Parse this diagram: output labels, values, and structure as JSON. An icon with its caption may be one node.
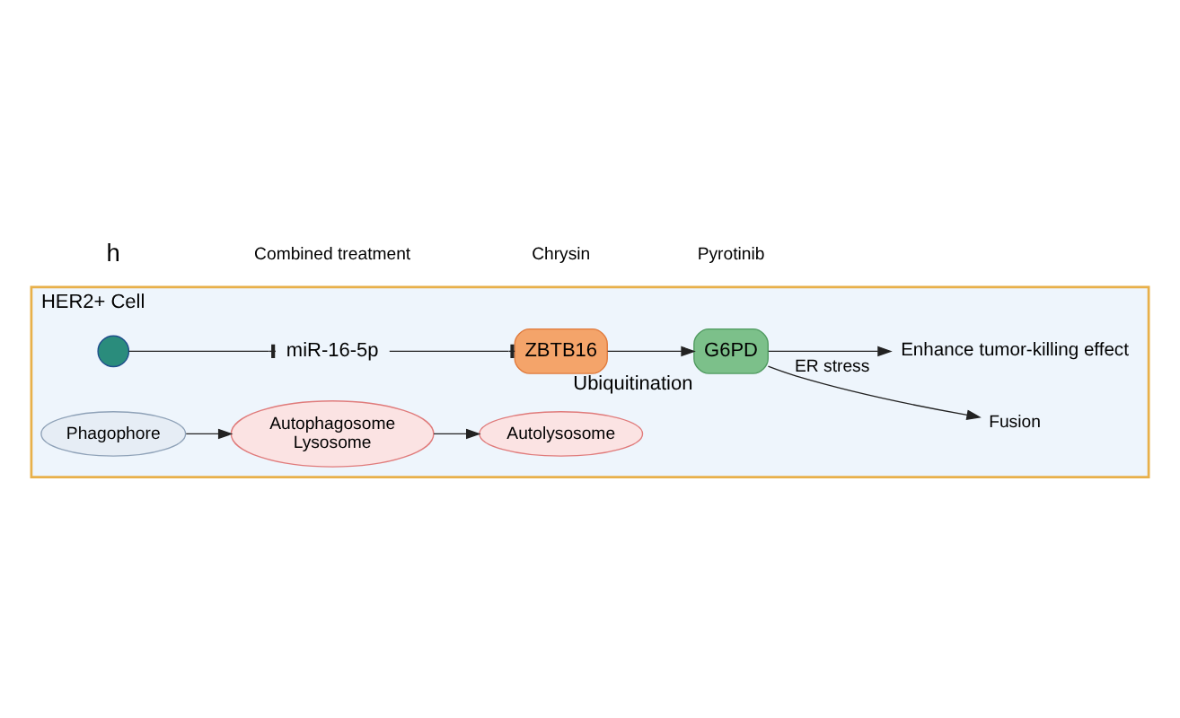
{
  "diagram": {
    "nodes": [
      {
        "text": [
          "HER2+ Cell"
        ]
      },
      {
        "text": [],
        "shape": "circle",
        "in": 0
      },
      {
        "text": [
          "miR-16-5p"
        ],
        "in": 0
      },
      {
        "text": [
          "ZBTB16"
        ],
        "in": 0
      },
      {
        "text": [
          "G6PD"
        ],
        "beside": [
          "Ubiquitination"
        ],
        "in": 0
      },
      {
        "text": [
          "Phagophore"
        ],
        "in": 0
      },
      {
        "text": [
          "Autophagosome",
          "Lysosome"
        ],
        "in": 0
      },
      {
        "text": [
          "Fusion"
        ],
        "in": 0
      },
      {
        "text": [
          "Autolysosome"
        ],
        "in": 0
      },
      {
        "text": [
          "Enhance tumor-killing effect"
        ],
        "in": 0
      }
    ],
    "edges": [
      {
        "from": 1,
        "to": 2,
        "arrow": "other"
      },
      {
        "from": 2,
        "to": 3,
        "arrow": "other"
      },
      {
        "from": 3,
        "to": 4,
        "arrow": "to"
      },
      {
        "from": 5,
        "to": 6,
        "arrow": "to"
      },
      {
        "from": 6,
        "to": 8,
        "arrow": "to"
      },
      {
        "from": 4,
        "to": 7,
        "label": "ER stress",
        "arrow": "to"
      },
      {
        "from": 4,
        "to": 9,
        "arrow": "to"
      }
    ],
    "labels": [
      "h",
      "Combined treatment",
      "Chrysin",
      "Pyrotinib"
    ]
  }
}
